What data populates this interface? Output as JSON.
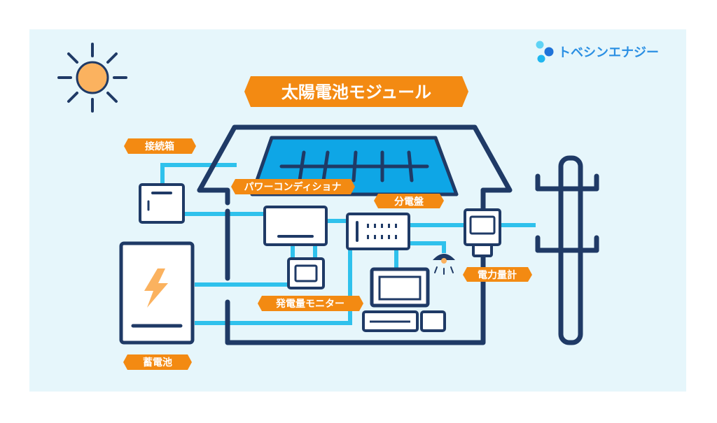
{
  "brand": {
    "name": "トベシンエナジー"
  },
  "labels": {
    "module": "太陽電池モジュール",
    "junction_box": "接続箱",
    "power_conditioner": "パワーコンディショナ",
    "distribution_board": "分電盤",
    "power_meter": "電力量計",
    "generation_monitor": "発電量モニター",
    "storage_battery": "蓄電池"
  },
  "colors": {
    "background": "#e6f6fb",
    "outline": "#1f3a66",
    "wire": "#2fc1ec",
    "label": "#f38a12",
    "sun": "#fbb25f",
    "lightning": "#fbb25f",
    "panel": "#0ea6e6"
  },
  "icons": [
    "sun-icon",
    "lightning-icon",
    "brand-logo-icon",
    "lamp-icon"
  ]
}
